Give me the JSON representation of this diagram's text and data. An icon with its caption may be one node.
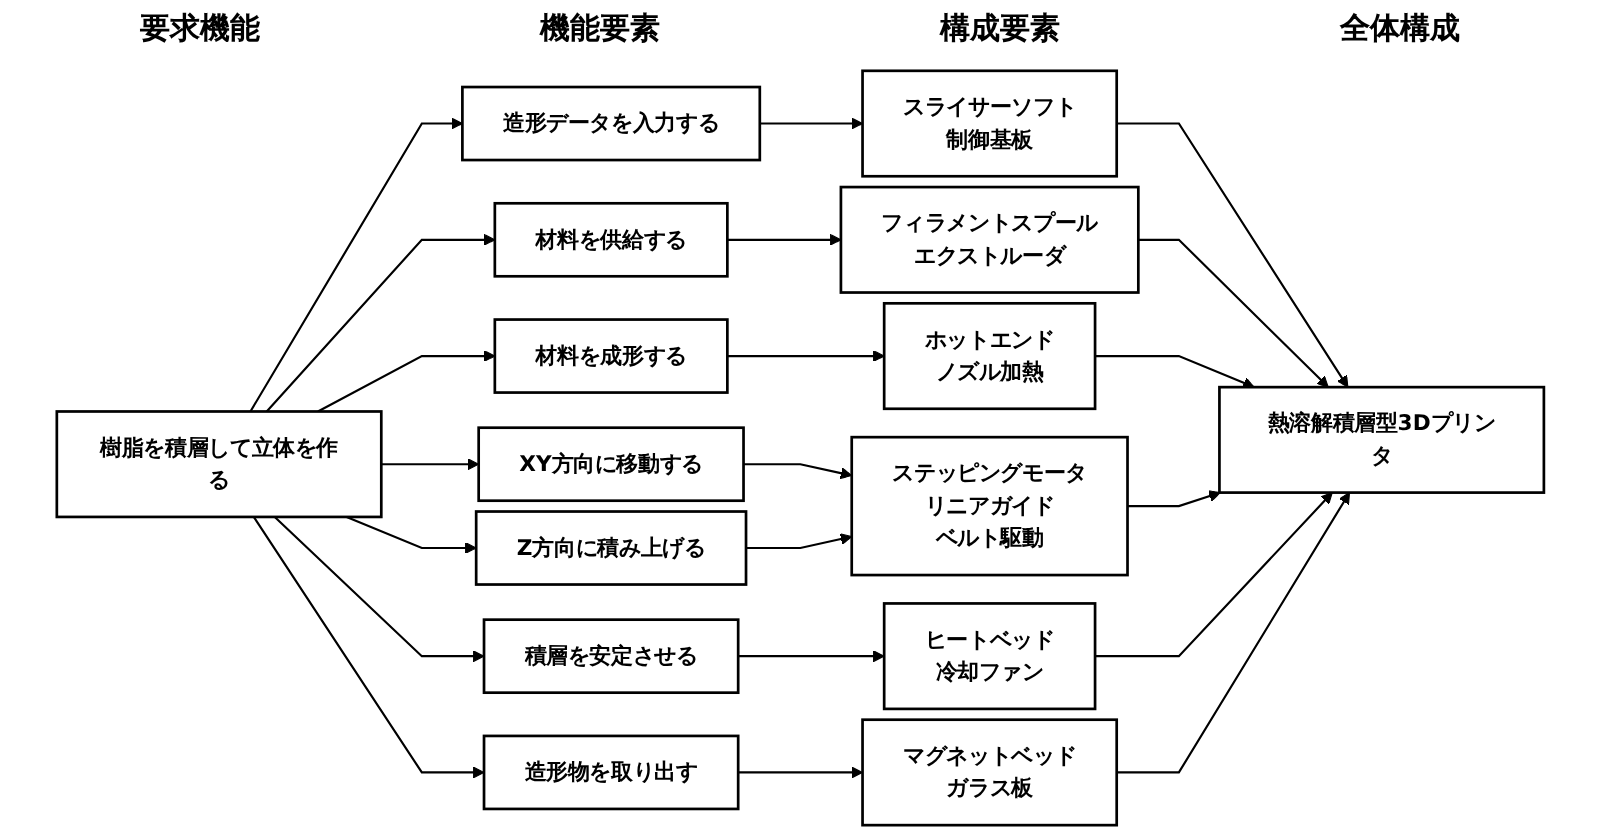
{
  "diagram": {
    "nodes": [
      {
        "text": [
          "樹脂を積層して立体を作る"
        ]
      },
      {
        "text": [
          "造形データを入力する"
        ]
      },
      {
        "text": [
          "材料を供給する"
        ]
      },
      {
        "text": [
          "材料を成形する"
        ]
      },
      {
        "text": [
          "XY方向に移動する"
        ]
      },
      {
        "text": [
          "Z方向に積み上げる"
        ]
      },
      {
        "text": [
          "積層を安定させる"
        ]
      },
      {
        "text": [
          "造形物を取り出す"
        ]
      },
      {
        "text": [
          "スライサーソフト",
          "制御基板"
        ]
      },
      {
        "text": [
          "フィラメントスプール",
          "エクストルーダ"
        ]
      },
      {
        "text": [
          "ホットエンド",
          "ノズル加熱"
        ]
      },
      {
        "text": [
          "ステッピングモータ",
          "リニアガイド",
          "ベルト駆動"
        ]
      },
      {
        "text": [
          "ヒートベッド",
          "冷却ファン"
        ]
      },
      {
        "text": [
          "マグネットベッド",
          "ガラス板"
        ]
      },
      {
        "text": [
          "熱溶解積層型3Dプリンタ"
        ]
      }
    ],
    "edges": [
      {
        "from": 0,
        "to": 1,
        "arrow": "to"
      },
      {
        "from": 0,
        "to": 2,
        "arrow": "to"
      },
      {
        "from": 0,
        "to": 3,
        "arrow": "to"
      },
      {
        "from": 0,
        "to": 4,
        "arrow": "to"
      },
      {
        "from": 0,
        "to": 5,
        "arrow": "to"
      },
      {
        "from": 0,
        "to": 6,
        "arrow": "to"
      },
      {
        "from": 0,
        "to": 7,
        "arrow": "to"
      },
      {
        "from": 1,
        "to": 8,
        "arrow": "to"
      },
      {
        "from": 2,
        "to": 9,
        "arrow": "to"
      },
      {
        "from": 3,
        "to": 10,
        "arrow": "to"
      },
      {
        "from": 4,
        "to": 11,
        "arrow": "to"
      },
      {
        "from": 5,
        "to": 11,
        "arrow": "to"
      },
      {
        "from": 6,
        "to": 12,
        "arrow": "to"
      },
      {
        "from": 7,
        "to": 13,
        "arrow": "to"
      },
      {
        "from": 8,
        "to": 14,
        "arrow": "to"
      },
      {
        "from": 9,
        "to": 14,
        "arrow": "to"
      },
      {
        "from": 10,
        "to": 14,
        "arrow": "to"
      },
      {
        "from": 11,
        "to": 14,
        "arrow": "to"
      },
      {
        "from": 12,
        "to": 14,
        "arrow": "to"
      },
      {
        "from": 13,
        "to": 14,
        "arrow": "to"
      }
    ],
    "labels": [
      "要求機能",
      "機能要素",
      "構成要素",
      "全体構成"
    ]
  }
}
